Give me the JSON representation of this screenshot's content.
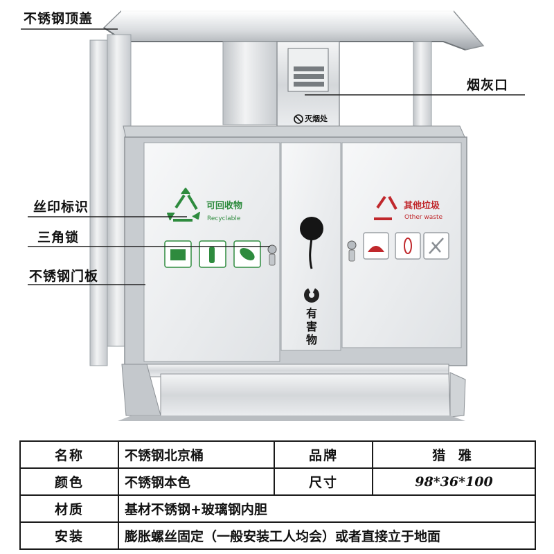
{
  "callouts": {
    "top_cover": "不锈钢顶盖",
    "ash_port": "烟灰口",
    "silkscreen": "丝印标识",
    "lock": "三角锁",
    "door_panel": "不锈钢门板"
  },
  "bin": {
    "no_smoking_sign": "灭烟处",
    "recyclable_cn": "可回收物",
    "recyclable_en": "Recyclable",
    "other_cn": "其他垃圾",
    "other_en": "Other waste",
    "hazardous": [
      "有",
      "害",
      "物"
    ],
    "recyclable_icons": [
      "paper-icon",
      "bottle-icon",
      "can-icon"
    ],
    "other_icons": [
      "fruit-peel-icon",
      "apple-core-icon",
      "bones-icon"
    ],
    "colors": {
      "recyclable": "#2e8b3e",
      "other": "#c0282c",
      "steel": "#c9cdd1"
    }
  },
  "specs": {
    "name_key": "名称",
    "name_val": "不锈钢北京桶",
    "brand_key": "品牌",
    "brand_val": "猎 雅",
    "color_key": "颜色",
    "color_val": "不锈钢本色",
    "size_key": "尺寸",
    "size_val": "98*36*100",
    "material_key": "材质",
    "material_val": "基材不锈钢+玻璃钢内胆",
    "install_key": "安装",
    "install_val": "膨胀螺丝固定（一般安装工人均会）或者直接立于地面"
  }
}
